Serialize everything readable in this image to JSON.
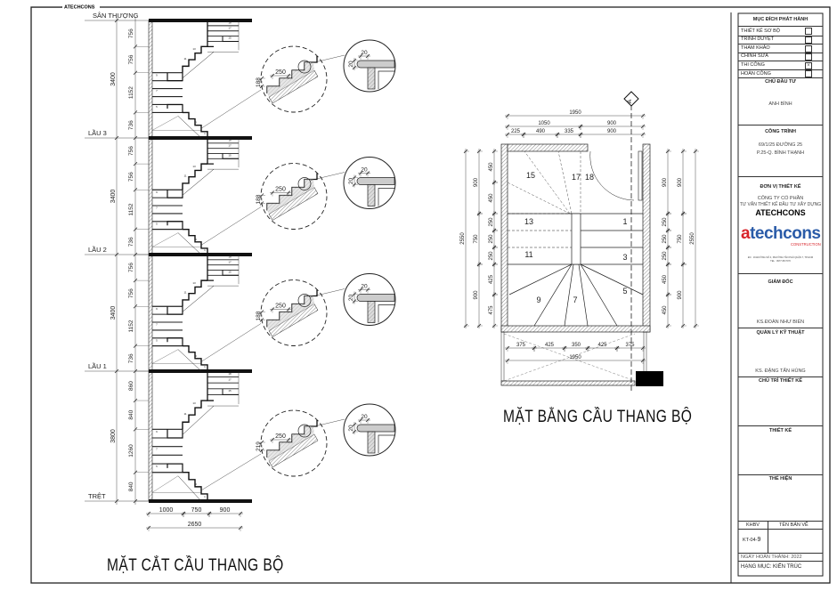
{
  "header_label": "ATECHCONS",
  "section": {
    "title": "MẶT CẮT CẦU THANG BỘ",
    "levels": [
      "SÂN THƯỢNG",
      "LẦU 3",
      "LẦU 2",
      "LẦU 1",
      "TRỆT"
    ],
    "floor_heights": [
      "3400",
      "3400",
      "3400",
      "3800"
    ],
    "sub_dims": [
      [
        "756",
        "756",
        "1152",
        "736"
      ],
      [
        "756",
        "756",
        "1152",
        "736"
      ],
      [
        "756",
        "756",
        "1152",
        "736"
      ],
      [
        "860",
        "840",
        "1260",
        "840"
      ]
    ],
    "step_numbers": [
      "1",
      "3",
      "5",
      "7",
      "9",
      "11",
      "13",
      "15",
      "17",
      "18"
    ],
    "bottom_dims": [
      "1000",
      "750",
      "900"
    ],
    "total_width": "2650",
    "details": [
      {
        "riser": "188",
        "tread": "250",
        "nosing_w": "20",
        "nosing_h": "20"
      },
      {
        "riser": "188",
        "tread": "250",
        "nosing_w": "20",
        "nosing_h": "20"
      },
      {
        "riser": "188",
        "tread": "250",
        "nosing_w": "20",
        "nosing_h": "20"
      },
      {
        "riser": "219",
        "tread": "250",
        "nosing_w": "20",
        "nosing_h": "20"
      }
    ]
  },
  "plan": {
    "title": "MẶT BẰNG CẦU THANG BỘ",
    "axis_label": "A",
    "top_dims": [
      [
        "1950"
      ],
      [
        "1050",
        "900"
      ],
      [
        "225",
        "490",
        "335",
        "900"
      ]
    ],
    "left_dims": [
      [
        "2550"
      ],
      [
        "900",
        "750",
        "900"
      ],
      [
        "450",
        "450",
        "250",
        "250",
        "250",
        "425",
        "475"
      ]
    ],
    "right_dims": [
      [
        "900",
        "250",
        "250",
        "250",
        "450",
        "450"
      ],
      [
        "900",
        "750",
        "900"
      ],
      [
        "2550"
      ]
    ],
    "bottom_dims": [
      [
        "375",
        "425",
        "350",
        "425",
        "375"
      ],
      [
        "1950"
      ]
    ],
    "step_numbers": [
      "15",
      "17",
      "18",
      "13",
      "1",
      "11",
      "3",
      "9",
      "7",
      "5"
    ]
  },
  "title_block": {
    "issue_purpose": {
      "heading": "MỤC ĐÍCH PHÁT HÀNH",
      "items": [
        {
          "label": "THIẾT KẾ SƠ BỘ",
          "checked": false
        },
        {
          "label": "TRÌNH DUYỆT",
          "checked": false
        },
        {
          "label": "THAM KHẢO",
          "checked": false
        },
        {
          "label": "CHỈNH SỬA",
          "checked": false
        },
        {
          "label": "THI CÔNG",
          "checked": true
        },
        {
          "label": "HOÀN CÔNG",
          "checked": false
        }
      ]
    },
    "owner": {
      "heading": "CHỦ ĐẦU TƯ",
      "name": "ANH BÌNH"
    },
    "project": {
      "heading": "CÔNG TRÌNH",
      "line1": "69/1/25 ĐƯỜNG 25",
      "line2": "P.25-Q. BÌNH THẠNH"
    },
    "designer": {
      "heading": "ĐƠN VỊ THIẾT KẾ",
      "line1": "CÔNG TY CỔ PHẦN",
      "line2": "TƯ VẤN THIẾT KẾ ĐẦU TƯ XÂY DỰNG",
      "name": "ATECHCONS",
      "logo_main": "techcons",
      "logo_a": "a",
      "logo_sub": "CONSTRUCTION",
      "address1": "ĐC : 16 ĐƯỜNG SỐ 4, PHƯỜNG TÂN PHÚ QUẬN 7, TP.HCM",
      "address2": "TEL : 0977.68.7070"
    },
    "director": {
      "heading": "GIÁM ĐỐC",
      "name": "KS.ĐOÀN NHƯ BIỂN"
    },
    "tech_manager": {
      "heading": "QUẢN LÝ KỸ THUẬT",
      "name": "KS. ĐẶNG TẤN HÙNG"
    },
    "design_lead": {
      "heading": "CHỦ TRÌ THIẾT KẾ"
    },
    "designer_person": {
      "heading": "THIẾT KẾ"
    },
    "drafter": {
      "heading": "THỂ HIỆN"
    },
    "drawing_code_label": "KHBV",
    "drawing_name_label": "TÊN BẢN VẼ",
    "drawing_code": "KT-04-",
    "drawing_number": "9",
    "completion": "NGÀY HOÀN THÀNH: 2022",
    "category": "HẠNG MỤC: KIẾN TRÚC"
  }
}
